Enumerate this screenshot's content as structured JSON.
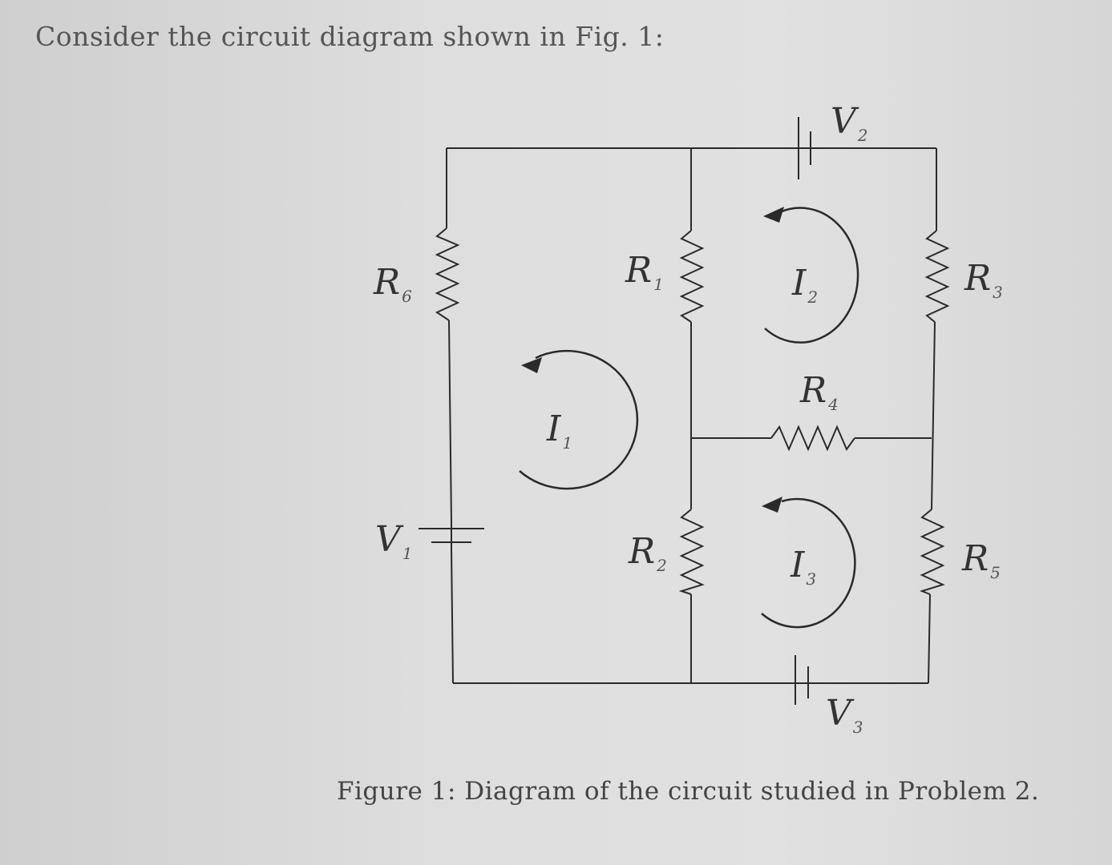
{
  "intro": "Consider the circuit diagram shown in Fig. 1:",
  "caption": "Figure 1: Diagram of the circuit studied in Problem 2.",
  "labels": {
    "R6": {
      "main": "R",
      "sub": "6"
    },
    "R1": {
      "main": "R",
      "sub": "1"
    },
    "R3": {
      "main": "R",
      "sub": "3"
    },
    "R4": {
      "main": "R",
      "sub": "4"
    },
    "R2": {
      "main": "R",
      "sub": "2"
    },
    "R5": {
      "main": "R",
      "sub": "5"
    },
    "V1": {
      "main": "V",
      "sub": "1"
    },
    "V2": {
      "main": "V",
      "sub": "2"
    },
    "V3": {
      "main": "V",
      "sub": "3"
    },
    "I1": {
      "main": "I",
      "sub": "1"
    },
    "I2": {
      "main": "I",
      "sub": "2"
    },
    "I3": {
      "main": "I",
      "sub": "3"
    }
  },
  "colors": {
    "wire": "#2a2a2a",
    "text": "#444444"
  }
}
